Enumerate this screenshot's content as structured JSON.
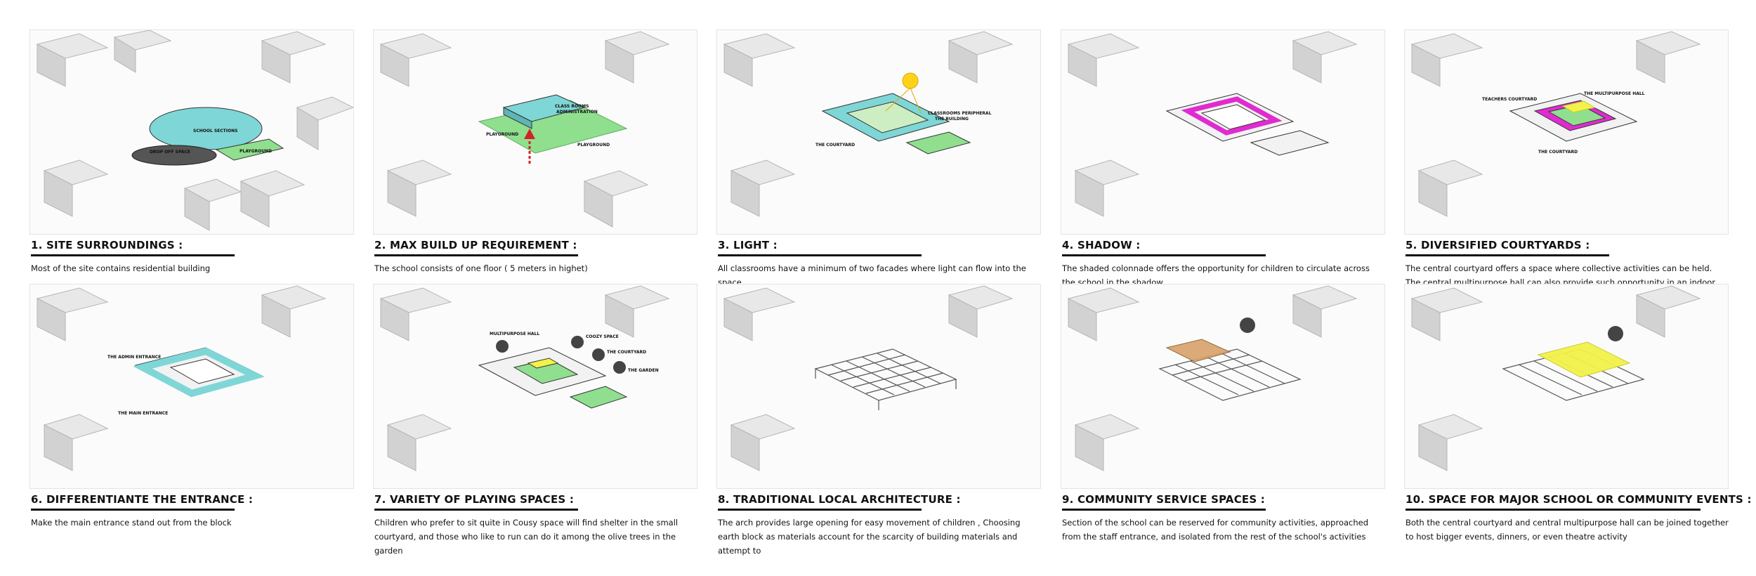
{
  "panels": [
    {
      "title": "1. SITE SURROUNDINGS :",
      "description": "Most of the site contains residential building",
      "labels": [
        "SCHOOL SECTIONS",
        "DROP OFF SPACE",
        "PLAYGROUND"
      ]
    },
    {
      "title": "2. MAX BUILD UP REQUIREMENT :",
      "description": "The school consists of one floor ( 5 meters in highet)",
      "labels": [
        "CLASS ROOMS",
        "ADMINISTRATION",
        "PLAYGROUND",
        "PLAYGROUND"
      ]
    },
    {
      "title": "3. LIGHT :",
      "description": "All classrooms have a minimum of two facades where light can flow into the space",
      "labels": [
        "CLASSROOMS PERIPHERAL",
        "THE BUILDING",
        "THE COURTYARD"
      ]
    },
    {
      "title": "4. SHADOW :",
      "description": "The shaded colonnade offers the opportunity for children to circulate across the school in the shadow",
      "labels": []
    },
    {
      "title": "5. DIVERSIFIED COURTYARDS :",
      "description": "The central courtyard offers a space where collective activities can be held. The central multipurpose hall can also provide such opportunity in an indoor setting",
      "labels": [
        "TEACHERS COURTYARD",
        "THE MULTIPURPOSE HALL",
        "THE COURTYARD"
      ]
    },
    {
      "title": "6. DIFFERENTIANTE THE ENTRANCE :",
      "description": "Make the main entrance stand out from the block",
      "labels": [
        "THE ADMIN ENTRANCE",
        "THE MAIN ENTRANCE"
      ]
    },
    {
      "title": "7. VARIETY OF PLAYING SPACES :",
      "description": "Children who prefer to sit quite in Cousy space will find shelter in the small courtyard, and those who like to run can do it among the olive trees in the garden",
      "labels": [
        "MULTIPURPOSE HALL",
        "COOZY SPACE",
        "THE COURTYARD",
        "THE GARDEN"
      ]
    },
    {
      "title": "8. TRADITIONAL LOCAL ARCHITECTURE :",
      "description": "The arch provides large opening for easy movement of children , Choosing earth block as materials account for the scarcity of building materials and attempt to",
      "labels": []
    },
    {
      "title": "9. COMMUNITY SERVICE SPACES :",
      "description": "Section of the school can be reserved for community activities, approached from the staff entrance, and isolated from the rest of the school's activities",
      "labels": []
    },
    {
      "title": "10. SPACE FOR MAJOR SCHOOL OR COMMUNITY EVENTS :",
      "description": "Both the central courtyard and central multipurpose hall can be joined together to host bigger events, dinners, or even theatre activity",
      "labels": []
    }
  ],
  "colors": {
    "cyan": "#7fd6d6",
    "green": "#8fdf8f",
    "magenta": "#e02bd0",
    "yellow": "#f2f24a",
    "orange": "#d8a26a",
    "arrow_red": "#d22222",
    "sun": "#ffd21a"
  }
}
